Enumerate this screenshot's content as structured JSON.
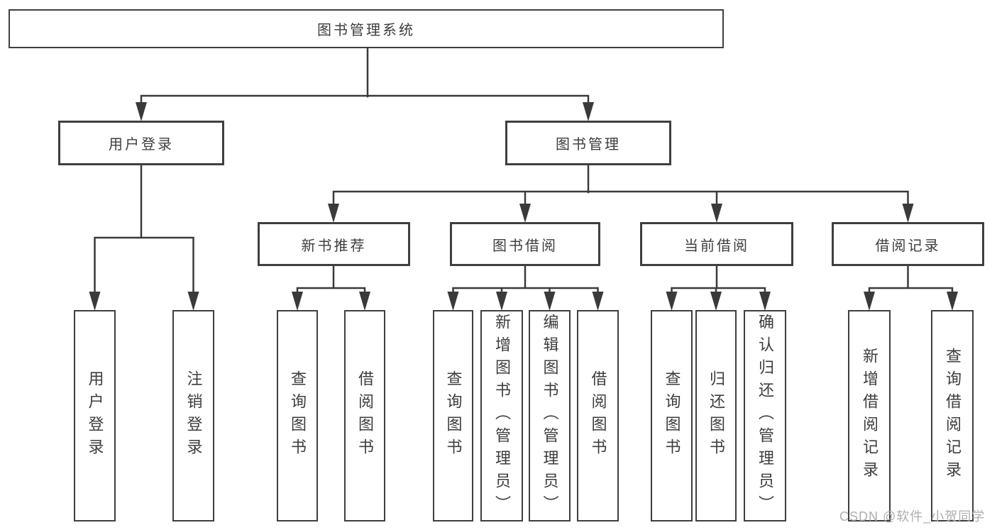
{
  "diagram": {
    "type": "hierarchy-tree",
    "root": {
      "label": "图书管理系统"
    },
    "level2": [
      {
        "label": "用户登录"
      },
      {
        "label": "图书管理"
      }
    ],
    "level3": [
      {
        "label": "新书推荐",
        "parent": "图书管理"
      },
      {
        "label": "图书借阅",
        "parent": "图书管理"
      },
      {
        "label": "当前借阅",
        "parent": "图书管理"
      },
      {
        "label": "借阅记录",
        "parent": "图书管理"
      }
    ],
    "leaves": {
      "user_login": [
        {
          "label": "用户登录"
        },
        {
          "label": "注销登录"
        }
      ],
      "new_book": [
        {
          "label": "查询图书"
        },
        {
          "label": "借阅图书"
        }
      ],
      "book_borrow": [
        {
          "label": "查询图书"
        },
        {
          "label": "新增图书（管理员）"
        },
        {
          "label": "编辑图书（管理员）"
        },
        {
          "label": "借阅图书"
        }
      ],
      "current_borrow": [
        {
          "label": "查询图书"
        },
        {
          "label": "归还图书"
        },
        {
          "label": "确认归还（管理员）"
        }
      ],
      "borrow_record": [
        {
          "label": "新增借阅记录"
        },
        {
          "label": "查询借阅记录"
        }
      ]
    }
  },
  "watermark": {
    "text": "CSDN @软件_小贺同学"
  },
  "colors": {
    "line": "#3a3a3a",
    "box_border": "#3f3f3f",
    "text": "#3d3d3d",
    "watermark": "#adadad",
    "background": "#ffffff"
  }
}
